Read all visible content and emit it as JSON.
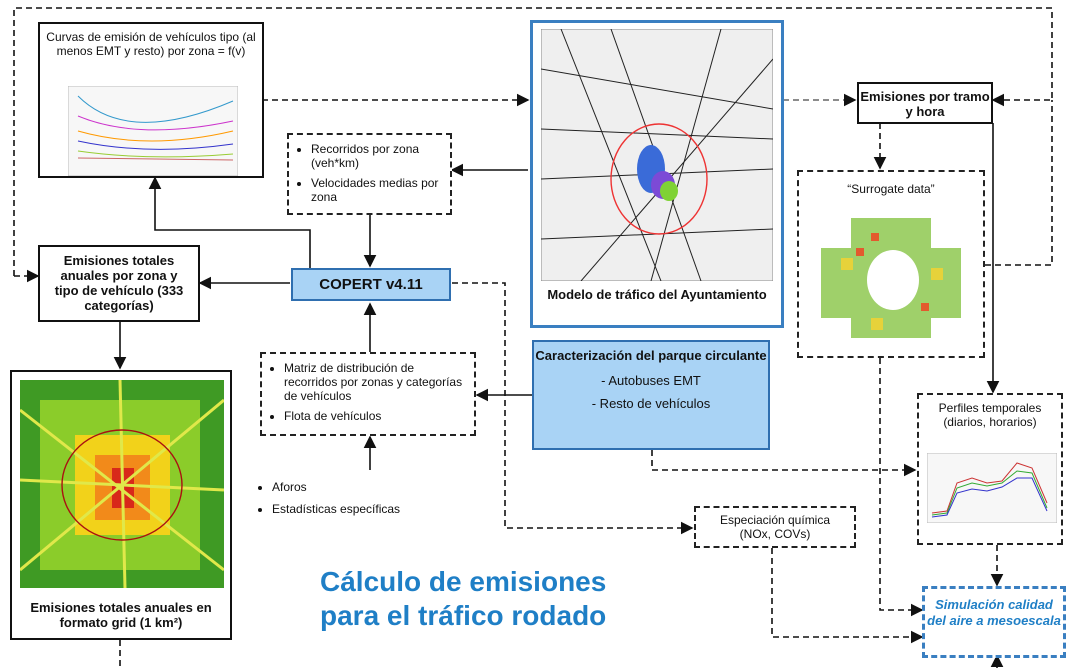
{
  "curves_box": {
    "title": "Curvas de emisión de vehículos tipo (al menos EMT y resto) por zona = f(v)"
  },
  "traffic_model": {
    "label": "Modelo de tráfico del Ayuntamiento"
  },
  "emissions_section": {
    "label": "Emisiones por tramo y hora"
  },
  "routes_box": {
    "items": [
      "Recorridos por zona (veh*km)",
      "Velocidades medias por zona"
    ]
  },
  "surrogate": {
    "label": "“Surrogate data”"
  },
  "annual_emissions": {
    "label": "Emisiones totales anuales  por zona y tipo de vehículo (333 categorías)"
  },
  "copert": {
    "label": "COPERT v4.11"
  },
  "matrix_box": {
    "items": [
      "Matriz de distribución de recorridos por zonas y categorías de vehículos",
      "Flota de vehículos"
    ]
  },
  "fleet": {
    "title": "Caracterización del parque circulante",
    "items": [
      "- Autobuses EMT",
      "- Resto de vehículos"
    ]
  },
  "inputs": {
    "items": [
      "Aforos",
      "Estadísticas específicas"
    ]
  },
  "temporal": {
    "label": "Perfiles temporales (diarios, horarios)"
  },
  "speciation": {
    "line1": "Especiación química",
    "line2": "(NOx, COVs)"
  },
  "grid_map": {
    "label": "Emisiones totales anuales en formato grid (1 km²)"
  },
  "simulation": {
    "label": "Simulación calidad del aire a mesoescala"
  },
  "page_title": {
    "line1": "Cálculo de emisiones",
    "line2": "para el tráfico rodado"
  },
  "colors": {
    "accent_blue": "#1f7fc6",
    "fill_blue": "#a9d3f5",
    "border_blue": "#2f6fb0"
  }
}
